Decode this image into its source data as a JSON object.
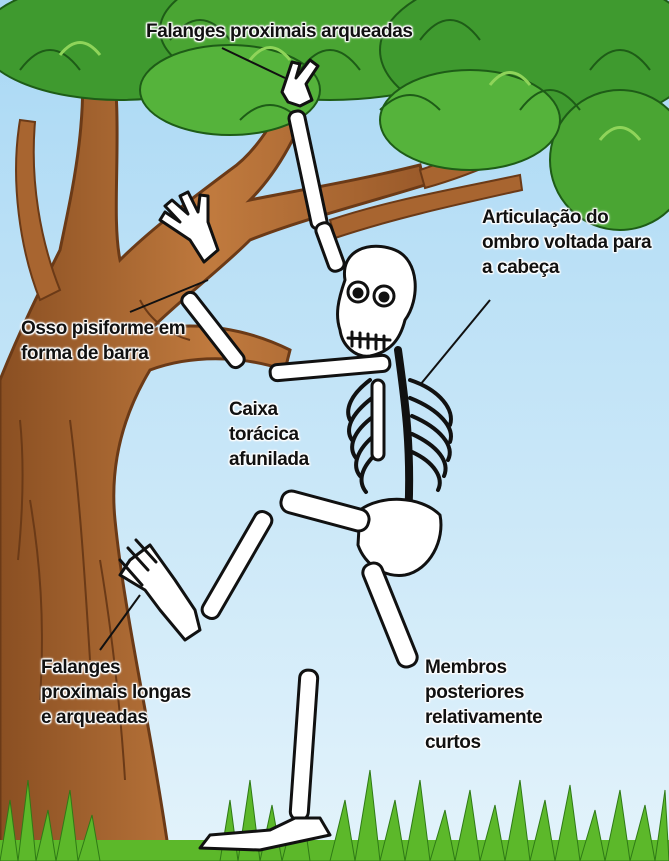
{
  "labels": {
    "top_phalanges": "Falanges proximais arqueadas",
    "shoulder": [
      "Articulação do",
      "ombro voltada para",
      "a cabeça"
    ],
    "pisiform": [
      "Osso pisiforme em",
      "forma de barra"
    ],
    "ribcage": [
      "Caixa",
      "torácica",
      "afunilada"
    ],
    "foot_phalanges": [
      "Falanges",
      "proximais longas",
      "e arqueadas"
    ],
    "hindlimbs": [
      "Membros",
      "posteriores",
      "relativamente",
      "curtos"
    ]
  },
  "colors": {
    "sky_top": "#a9d8f4",
    "sky_bottom": "#dff2fb",
    "trunk": "#b8733c",
    "trunk_dark": "#6b3a17",
    "leaves": "#3f9a2f",
    "leaves_light": "#6cbf3c",
    "grass": "#5cb82a",
    "bone": "#ffffff",
    "outline": "#111111"
  }
}
